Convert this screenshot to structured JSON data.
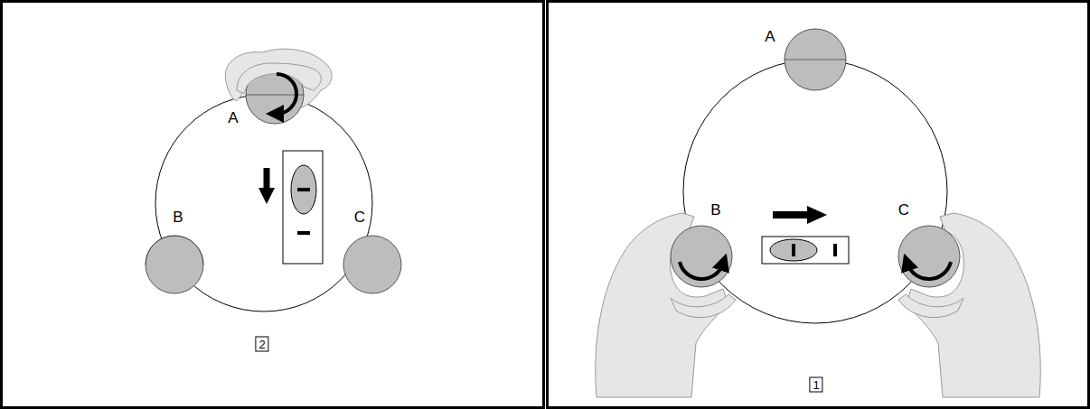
{
  "diagram": {
    "labels": [
      "A",
      "B",
      "C",
      "2",
      "A",
      "B",
      "C",
      "1"
    ]
  }
}
